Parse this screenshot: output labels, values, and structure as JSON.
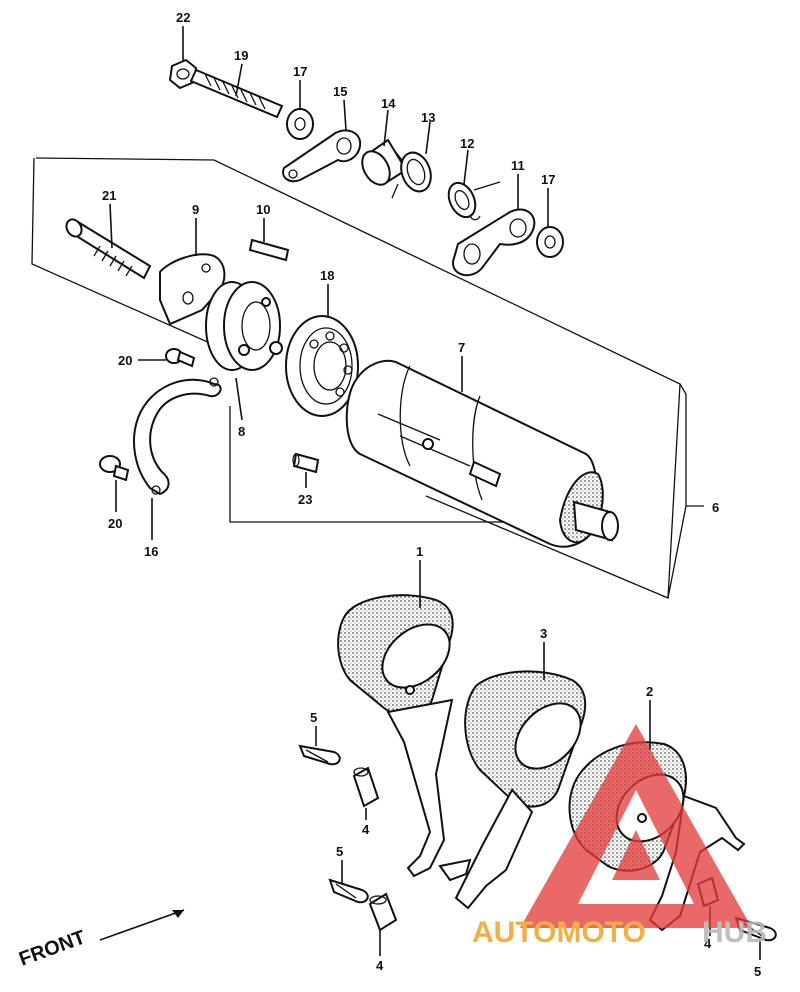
{
  "diagram": {
    "callouts": [
      {
        "id": "c22",
        "label": "22"
      },
      {
        "id": "c19",
        "label": "19"
      },
      {
        "id": "c17a",
        "label": "17"
      },
      {
        "id": "c15",
        "label": "15"
      },
      {
        "id": "c14",
        "label": "14"
      },
      {
        "id": "c13",
        "label": "13"
      },
      {
        "id": "c12",
        "label": "12"
      },
      {
        "id": "c11",
        "label": "11"
      },
      {
        "id": "c17b",
        "label": "17"
      },
      {
        "id": "c21",
        "label": "21"
      },
      {
        "id": "c9",
        "label": "9"
      },
      {
        "id": "c10",
        "label": "10"
      },
      {
        "id": "c18",
        "label": "18"
      },
      {
        "id": "c7",
        "label": "7"
      },
      {
        "id": "c20a",
        "label": "20"
      },
      {
        "id": "c8",
        "label": "8"
      },
      {
        "id": "c20b",
        "label": "20"
      },
      {
        "id": "c23",
        "label": "23"
      },
      {
        "id": "c16",
        "label": "16"
      },
      {
        "id": "c6",
        "label": "6"
      },
      {
        "id": "c1",
        "label": "1"
      },
      {
        "id": "c3",
        "label": "3"
      },
      {
        "id": "c2",
        "label": "2"
      },
      {
        "id": "c5a",
        "label": "5"
      },
      {
        "id": "c4a",
        "label": "4"
      },
      {
        "id": "c5b",
        "label": "5"
      },
      {
        "id": "c4b",
        "label": "4"
      },
      {
        "id": "c4c",
        "label": "4"
      },
      {
        "id": "c5c",
        "label": "5"
      }
    ],
    "front_label": "FRONT",
    "watermark": {
      "part1": "AUTOMOTO",
      "part2": "HUB",
      "colors": {
        "accent": "#e23b3b",
        "orange": "#f0a830",
        "gray": "#b7b7b7"
      }
    }
  }
}
